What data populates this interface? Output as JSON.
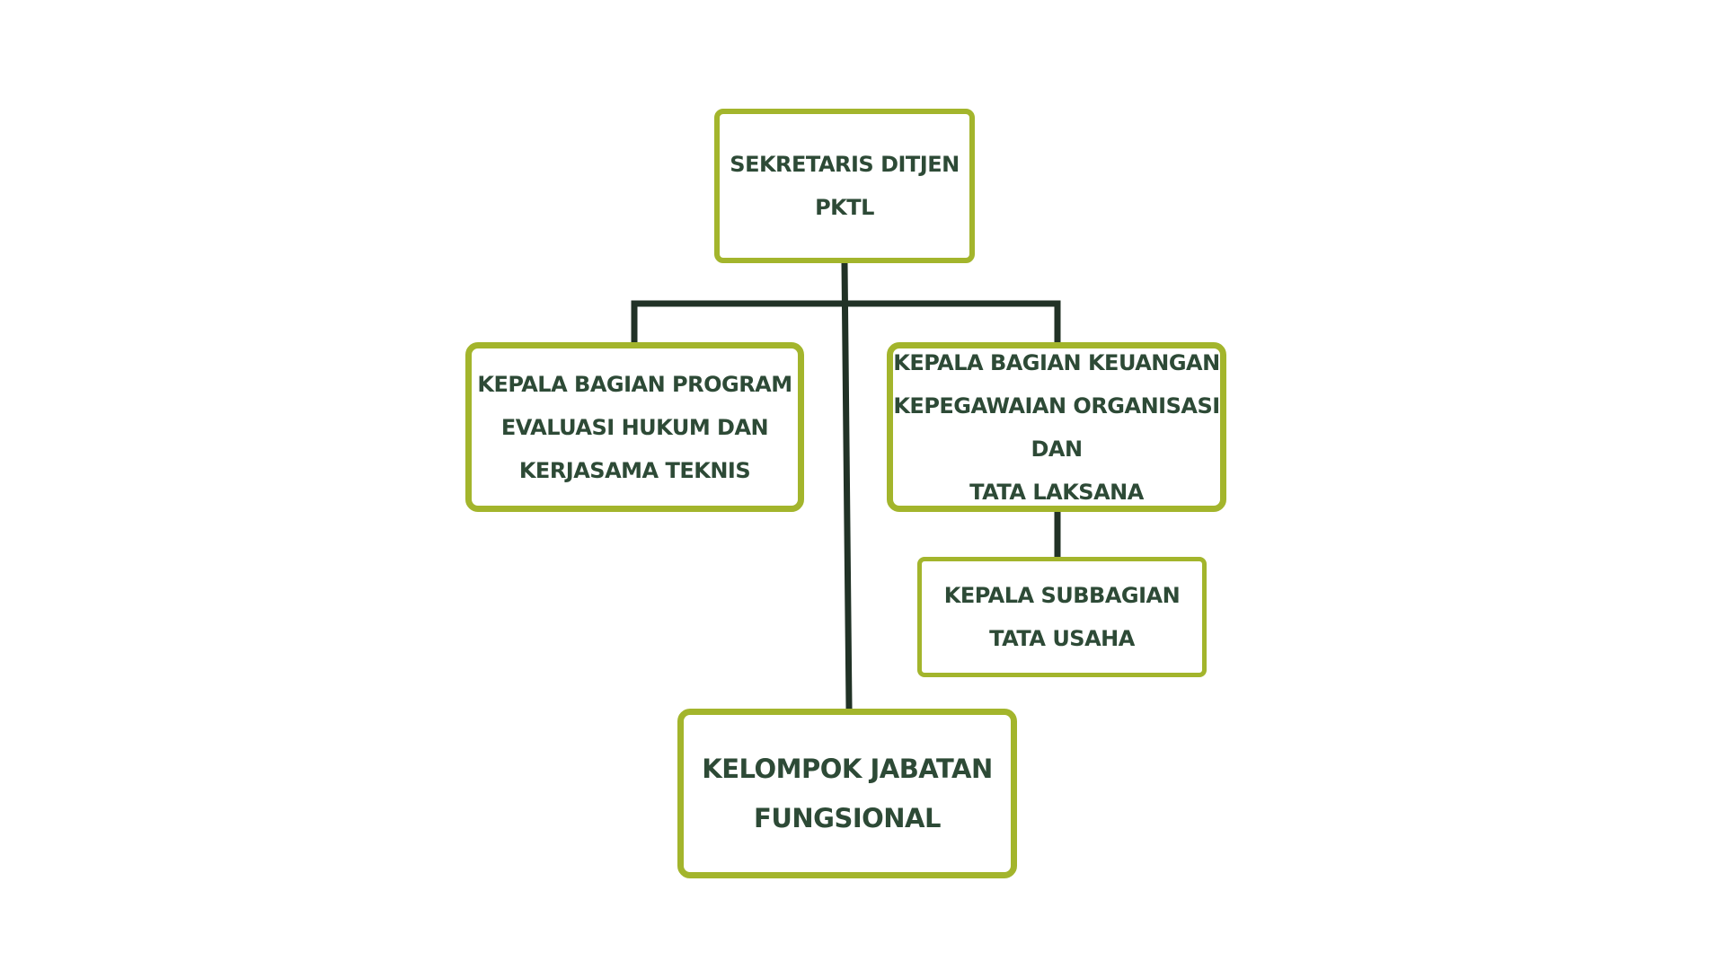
{
  "org_chart": {
    "colors": {
      "box_border": "#a3b52c",
      "connector": "#213226",
      "text": "#2d4a36"
    },
    "nodes": {
      "sekretaris": "SEKRETARIS DITJEN\nPKTL",
      "program": "KEPALA BAGIAN PROGRAM\nEVALUASI HUKUM DAN\nKERJASAMA TEKNIS",
      "keuangan": "KEPALA BAGIAN KEUANGAN\nKEPEGAWAIAN ORGANISASI DAN\nTATA LAKSANA",
      "tata_usaha": "KEPALA SUBBAGIAN\nTATA USAHA",
      "fungsional": "KELOMPOK JABATAN\nFUNGSIONAL"
    }
  }
}
